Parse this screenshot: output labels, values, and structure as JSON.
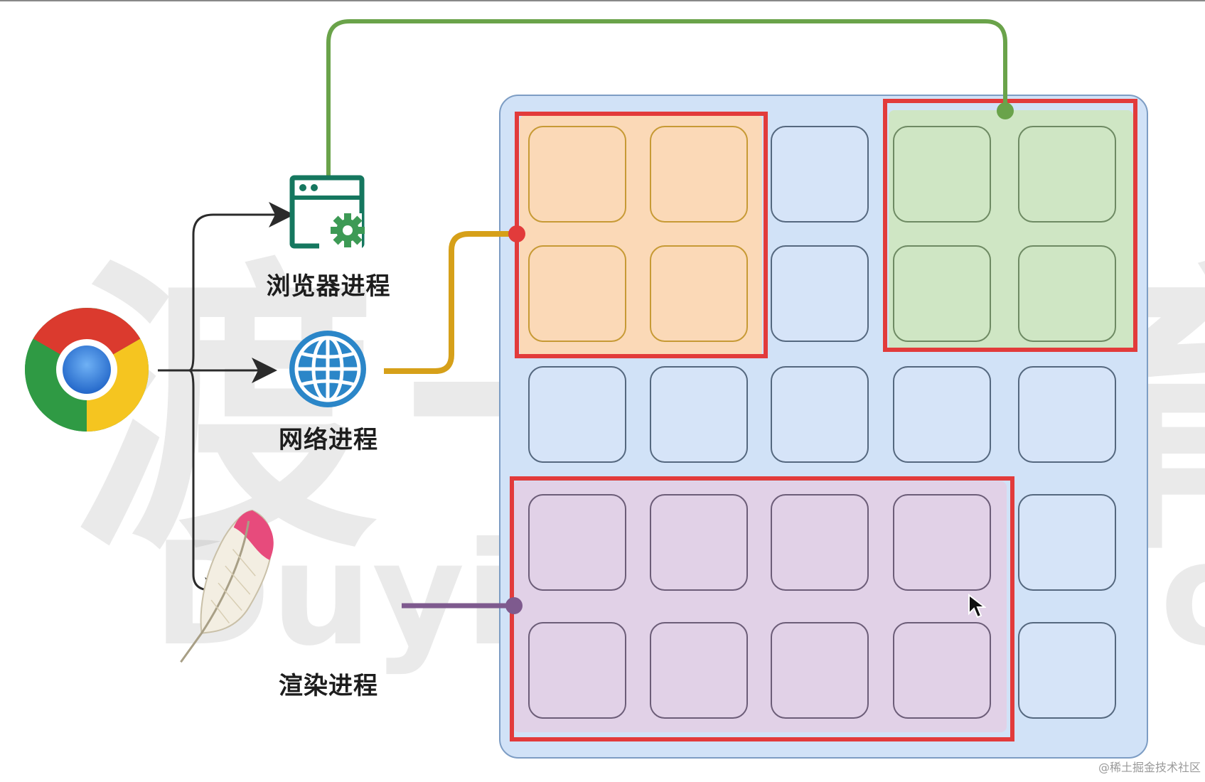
{
  "processes": {
    "browser": {
      "label": "浏览器进程",
      "icon": "browser-window-gear-icon",
      "color": "#6aa34a"
    },
    "network": {
      "label": "网络进程",
      "icon": "globe-icon",
      "color": "#d6a019"
    },
    "renderer": {
      "label": "渲染进程",
      "icon": "feather-icon",
      "color": "#7e5a8e"
    }
  },
  "app_icon": "chrome-logo-icon",
  "grid": {
    "rows": 5,
    "cols": 5,
    "cell_color": "#d6e4f8",
    "panel_color": "#d1e2f7"
  },
  "regions": {
    "network": {
      "fill": "#fbd9b7",
      "border": "#e23b3b"
    },
    "browser": {
      "fill": "#cfe6c4",
      "border": "#e23b3b"
    },
    "renderer": {
      "fill": "#e1d1e7",
      "border": "#e23b3b"
    }
  },
  "watermark": {
    "chinese": "渡一教育",
    "english": "Duyi Education"
  },
  "footer": "@稀土掘金技术社区"
}
